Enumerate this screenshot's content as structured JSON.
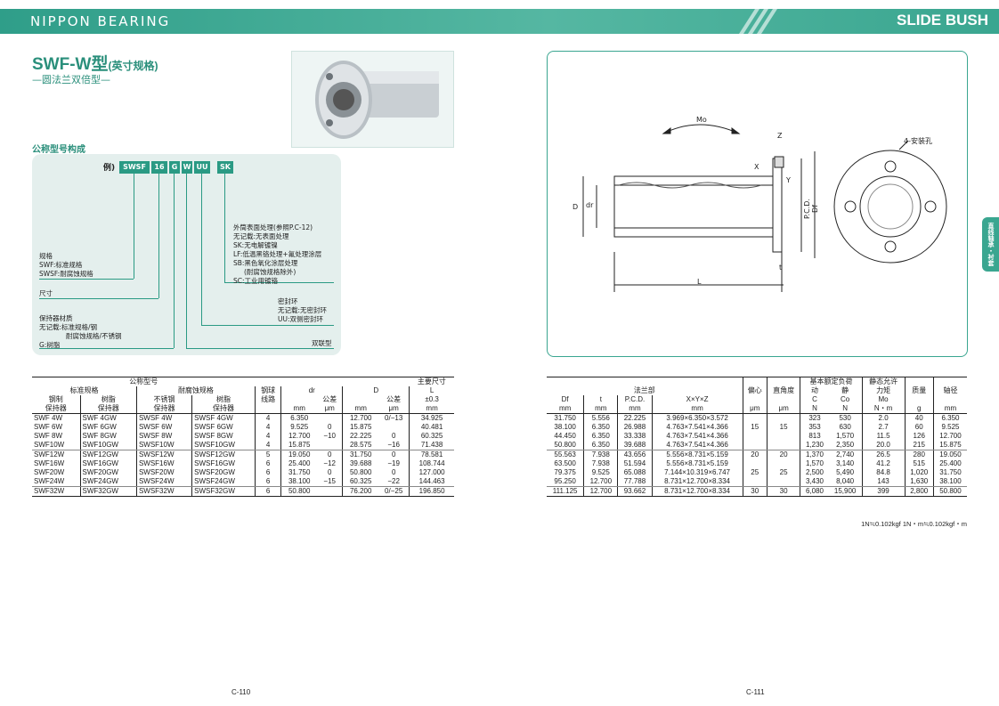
{
  "header": {
    "brand": "NIPPON BEARING",
    "section": "SLIDE BUSH"
  },
  "title": {
    "main": "SWF-W型",
    "sub": "(英寸规格)",
    "tagline": "—圆法兰双倍型—"
  },
  "code_section": {
    "heading": "公称型号构成",
    "example_label": "例)",
    "chips": [
      "SWSF",
      "16",
      "G",
      "W",
      "UU",
      "SK"
    ],
    "surface": {
      "title": "外筒表面处理(参照P.C-12)",
      "lines": [
        "无记载:无表面处理",
        "SK:无电解镀镍",
        "LF:低温黑铬处理+氟处理涂层",
        "SB:黑色氧化涂层处理",
        "(耐腐蚀规格除外)",
        "SC:工业用镀铬"
      ]
    },
    "spec": {
      "title": "规格",
      "lines": [
        "SWF:标准规格",
        "SWSF:耐腐蚀规格"
      ]
    },
    "size": "尺寸",
    "seal": {
      "title": "密封环",
      "lines": [
        "无记载:无密封环",
        "UU:双侧密封环"
      ]
    },
    "retainer": {
      "title": "保持器材质",
      "lines": [
        "无记载:标准规格/钢",
        "耐腐蚀规格/不锈钢",
        "G:树脂"
      ]
    },
    "double": "双联型"
  },
  "left_table": {
    "h_nominal": "公称型号",
    "h_main": "主要尺寸",
    "h_std": "标准规格",
    "h_cor": "耐腐蚀规格",
    "h_steel": "钢制",
    "h_resin": "树脂",
    "h_ss": "不锈钢",
    "h_resin2": "树脂",
    "h_ret": "保持器",
    "h_balls": "钢球",
    "h_lines": "线路",
    "h_dr": "dr",
    "h_tol": "公差",
    "h_D": "D",
    "h_L": "L",
    "h_pm": "±0.3",
    "u_mm": "mm",
    "u_um": "μm",
    "rows": [
      [
        "SWF  4W",
        "SWF  4GW",
        "SWSF  4W",
        "SWSF  4GW",
        "4",
        "6.350",
        "",
        "12.700",
        "0/−13",
        "34.925"
      ],
      [
        "SWF  6W",
        "SWF  6GW",
        "SWSF  6W",
        "SWSF  6GW",
        "4",
        "9.525",
        "0",
        "15.875",
        "",
        "40.481"
      ],
      [
        "SWF  8W",
        "SWF  8GW",
        "SWSF  8W",
        "SWSF  8GW",
        "4",
        "12.700",
        "−10",
        "22.225",
        "0",
        "60.325"
      ],
      [
        "SWF10W",
        "SWF10GW",
        "SWSF10W",
        "SWSF10GW",
        "4",
        "15.875",
        "",
        "28.575",
        "−16",
        "71.438"
      ],
      [
        "SWF12W",
        "SWF12GW",
        "SWSF12W",
        "SWSF12GW",
        "5",
        "19.050",
        "0",
        "31.750",
        "0",
        "78.581"
      ],
      [
        "SWF16W",
        "SWF16GW",
        "SWSF16W",
        "SWSF16GW",
        "6",
        "25.400",
        "−12",
        "39.688",
        "−19",
        "108.744"
      ],
      [
        "SWF20W",
        "SWF20GW",
        "SWSF20W",
        "SWSF20GW",
        "6",
        "31.750",
        "0",
        "50.800",
        "0",
        "127.000"
      ],
      [
        "SWF24W",
        "SWF24GW",
        "SWSF24W",
        "SWSF24GW",
        "6",
        "38.100",
        "−15",
        "60.325",
        "−22",
        "144.463"
      ],
      [
        "SWF32W",
        "SWF32GW",
        "SWSF32W",
        "SWSF32GW",
        "6",
        "50.800",
        "",
        "76.200",
        "0/−25",
        "196.850"
      ]
    ]
  },
  "right_table": {
    "h_flange": "法兰部",
    "h_ecc": "偏心",
    "h_perp": "直角度",
    "h_load": "基本额定负荷",
    "h_dyn": "动",
    "h_stat": "静",
    "h_mom": "静态允许",
    "h_mom2": "力矩",
    "h_mass": "质量",
    "h_shaft": "轴径",
    "h_Df": "Df",
    "h_t": "t",
    "h_pcd": "P.C.D.",
    "h_xyz": "X×Y×Z",
    "h_C": "C",
    "h_Co": "Co",
    "h_Mo": "Mo",
    "u_mm": "mm",
    "u_um": "μm",
    "u_N": "N",
    "u_Nm": "N・m",
    "u_g": "g",
    "rows": [
      [
        "31.750",
        "5.556",
        "22.225",
        "3.969×6.350×3.572",
        "",
        "",
        "323",
        "530",
        "2.0",
        "40",
        "6.350"
      ],
      [
        "38.100",
        "6.350",
        "26.988",
        "4.763×7.541×4.366",
        "15",
        "15",
        "353",
        "630",
        "2.7",
        "60",
        "9.525"
      ],
      [
        "44.450",
        "6.350",
        "33.338",
        "4.763×7.541×4.366",
        "",
        "",
        "813",
        "1,570",
        "11.5",
        "126",
        "12.700"
      ],
      [
        "50.800",
        "6.350",
        "39.688",
        "4.763×7.541×4.366",
        "",
        "",
        "1,230",
        "2,350",
        "20.0",
        "215",
        "15.875"
      ],
      [
        "55.563",
        "7.938",
        "43.656",
        "5.556×8.731×5.159",
        "20",
        "20",
        "1,370",
        "2,740",
        "26.5",
        "280",
        "19.050"
      ],
      [
        "63.500",
        "7.938",
        "51.594",
        "5.556×8.731×5.159",
        "",
        "",
        "1,570",
        "3,140",
        "41.2",
        "515",
        "25.400"
      ],
      [
        "79.375",
        "9.525",
        "65.088",
        "7.144×10.319×6.747",
        "25",
        "25",
        "2,500",
        "5,490",
        "84.8",
        "1,020",
        "31.750"
      ],
      [
        "95.250",
        "12.700",
        "77.788",
        "8.731×12.700×8.334",
        "",
        "",
        "3,430",
        "8,040",
        "143",
        "1,630",
        "38.100"
      ],
      [
        "111.125",
        "12.700",
        "93.662",
        "8.731×12.700×8.334",
        "30",
        "30",
        "6,080",
        "15,900",
        "399",
        "2,800",
        "50.800"
      ]
    ],
    "note": "1N≒0.102kgf  1N・m≒0.102kgf・m"
  },
  "drawing": {
    "mo": "Mo",
    "z": "Z",
    "x": "X",
    "y": "Y",
    "d": "D",
    "dr": "dr",
    "pcd": "P.C.D.",
    "df": "Df",
    "l": "L",
    "t": "t",
    "holes": "4-安装孔"
  },
  "side_tab": "直线轴承・衬套",
  "page_left": "C-110",
  "page_right": "C-111"
}
